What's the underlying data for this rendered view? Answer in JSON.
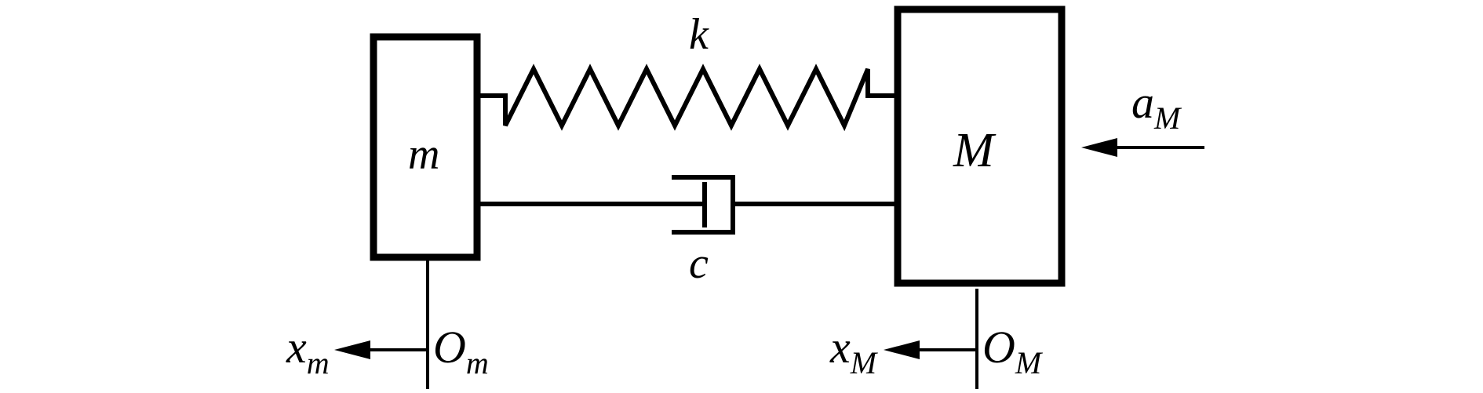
{
  "labels": {
    "spring": "k",
    "damper": "c",
    "small_mass": "m",
    "large_mass": "M",
    "accel_base": "a",
    "accel_sub": "M",
    "xm_base": "x",
    "xm_sub": "m",
    "om_base": "O",
    "om_sub": "m",
    "xM_base": "x",
    "xM_sub": "M",
    "oM_base": "O",
    "oM_sub": "M"
  },
  "colors": {
    "ink": "#000000",
    "background": "#ffffff"
  }
}
